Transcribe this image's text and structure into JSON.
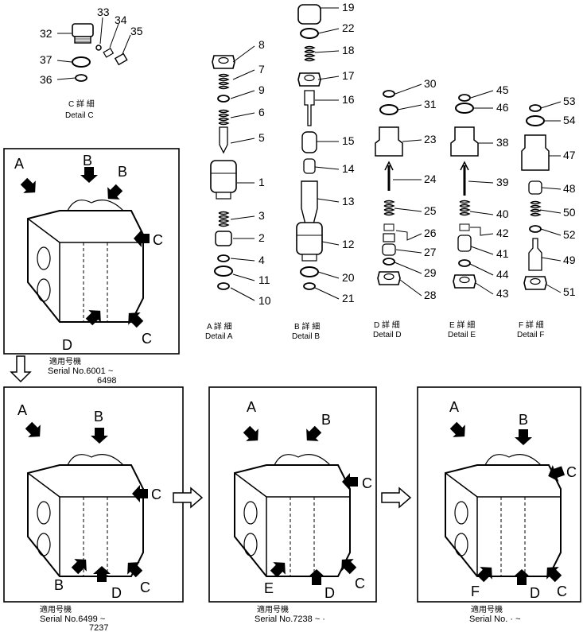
{
  "callouts": [
    {
      "n": "32"
    },
    {
      "n": "33"
    },
    {
      "n": "34"
    },
    {
      "n": "35"
    },
    {
      "n": "37"
    },
    {
      "n": "36"
    },
    {
      "n": "8"
    },
    {
      "n": "7"
    },
    {
      "n": "9"
    },
    {
      "n": "6"
    },
    {
      "n": "5"
    },
    {
      "n": "1"
    },
    {
      "n": "3"
    },
    {
      "n": "2"
    },
    {
      "n": "4"
    },
    {
      "n": "11"
    },
    {
      "n": "10"
    },
    {
      "n": "19"
    },
    {
      "n": "22"
    },
    {
      "n": "18"
    },
    {
      "n": "17"
    },
    {
      "n": "16"
    },
    {
      "n": "15"
    },
    {
      "n": "14"
    },
    {
      "n": "13"
    },
    {
      "n": "12"
    },
    {
      "n": "20"
    },
    {
      "n": "21"
    },
    {
      "n": "30"
    },
    {
      "n": "31"
    },
    {
      "n": "23"
    },
    {
      "n": "24"
    },
    {
      "n": "25"
    },
    {
      "n": "26"
    },
    {
      "n": "27"
    },
    {
      "n": "29"
    },
    {
      "n": "28"
    },
    {
      "n": "45"
    },
    {
      "n": "46"
    },
    {
      "n": "38"
    },
    {
      "n": "39"
    },
    {
      "n": "40"
    },
    {
      "n": "42"
    },
    {
      "n": "41"
    },
    {
      "n": "44"
    },
    {
      "n": "43"
    },
    {
      "n": "53"
    },
    {
      "n": "54"
    },
    {
      "n": "47"
    },
    {
      "n": "48"
    },
    {
      "n": "50"
    },
    {
      "n": "52"
    },
    {
      "n": "49"
    },
    {
      "n": "51"
    }
  ],
  "details": {
    "c": {
      "jp": "C 詳 細",
      "en": "Detail C"
    },
    "a": {
      "jp": "A 詳 細",
      "en": "Detail A"
    },
    "b": {
      "jp": "B 詳 細",
      "en": "Detail B"
    },
    "d": {
      "jp": "D 詳 細",
      "en": "Detail D"
    },
    "e": {
      "jp": "E 詳 細",
      "en": "Detail E"
    },
    "f": {
      "jp": "F 詳 細",
      "en": "Detail F"
    }
  },
  "assemblies": [
    {
      "serial_jp": "適用号機",
      "serial": "Serial No.6001 ~",
      "serial2": "6498",
      "labels": [
        "A",
        "B",
        "B",
        "C",
        "D",
        "C"
      ]
    },
    {
      "serial_jp": "適用号機",
      "serial": "Serial No.6499 ~",
      "serial2": "7237",
      "labels": [
        "A",
        "B",
        "C",
        "B",
        "D",
        "C"
      ]
    },
    {
      "serial_jp": "適用号機",
      "serial": "Serial No.7238 ~ ·",
      "serial2": "",
      "labels": [
        "A",
        "B",
        "C",
        "E",
        "D",
        "C"
      ]
    },
    {
      "serial_jp": "適用号機",
      "serial": "Serial No.  · ~",
      "serial2": "",
      "labels": [
        "A",
        "B",
        "C",
        "F",
        "D",
        "C"
      ]
    }
  ]
}
